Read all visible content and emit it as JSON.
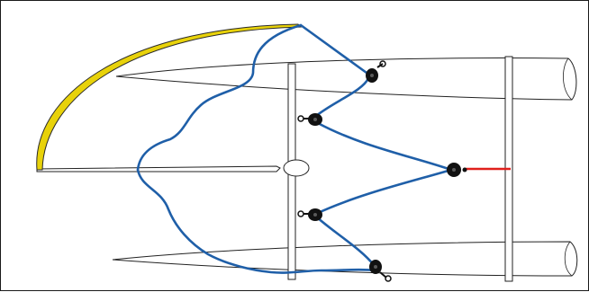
{
  "diagram": {
    "subject": "catamaran-rigging-top-view",
    "colors": {
      "line": "#1f5fa8",
      "hull": "#222222",
      "sail_fill": "#e8d20a",
      "sail_edge": "#2a2a2a",
      "bridle": "#e0201c",
      "block": "#111111",
      "boom_ball": "#ffffff"
    },
    "parts": [
      {
        "name": "upper-hull",
        "icon": "hull-icon"
      },
      {
        "name": "lower-hull",
        "icon": "hull-icon"
      },
      {
        "name": "forward-crossbeam",
        "icon": "beam-icon"
      },
      {
        "name": "rear-crossbeam",
        "icon": "beam-icon"
      },
      {
        "name": "boom",
        "icon": "boom-icon"
      },
      {
        "name": "sail",
        "icon": "sail-icon"
      },
      {
        "name": "mainsheet-line",
        "icon": "rope-icon"
      },
      {
        "name": "traveler-bridle",
        "icon": "bridle-icon"
      },
      {
        "name": "blocks",
        "icon": "pulley-block-icon",
        "count": 5
      }
    ]
  }
}
